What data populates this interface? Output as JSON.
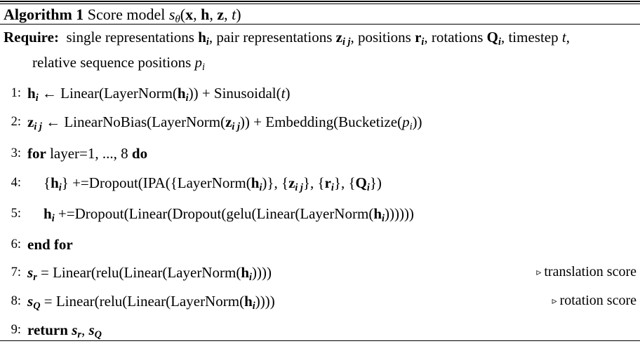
{
  "figure": {
    "kind": "algorithm-pseudocode-block",
    "rules": {
      "top_double": true,
      "mid_thin": true,
      "bottom_thin": true
    }
  },
  "title": {
    "label": "Algorithm 1",
    "text_plain": "Score model s_θ(x, h, z, t)",
    "words": {
      "score": "Score",
      "model": "model"
    },
    "func": "s",
    "func_sub": "θ",
    "args": [
      "x",
      "h",
      "z",
      "t"
    ]
  },
  "require": {
    "keyword": "Require:",
    "line1_plain": "single representations h_i, pair representations z_ij, positions r_i, rotations Q_i, timestep t,",
    "line2_plain": "relative sequence positions p_i",
    "segments": {
      "single_representations": "single representations",
      "pair_representations": "pair representations",
      "positions": "positions",
      "rotations": "rotations",
      "timestep": "timestep",
      "relative_sequence_positions": "relative sequence positions"
    }
  },
  "lines": [
    {
      "number": "1:",
      "indent": 0,
      "plain": "h_i ← Linear(LayerNorm(h_i)) + Sinusoidal(t)",
      "comment": ""
    },
    {
      "number": "2:",
      "indent": 0,
      "plain": "z_ij ← LinearNoBias(LayerNorm(z_ij)) + Embedding(Bucketize(p_i))",
      "comment": ""
    },
    {
      "number": "3:",
      "indent": 0,
      "plain": "for layer=1, ..., 8 do",
      "keywords": [
        "for",
        "do"
      ],
      "range_text": "layer=1, ..., 8",
      "comment": ""
    },
    {
      "number": "4:",
      "indent": 1,
      "plain": "{h_i} +=Dropout(IPA({LayerNorm(h_i)}, {z_ij}, {r_i}, {Q_i})",
      "comment": ""
    },
    {
      "number": "5:",
      "indent": 1,
      "plain": "h_i +=Dropout(Linear(Dropout(gelu(Linear(LayerNorm(h_i))))))",
      "comment": ""
    },
    {
      "number": "6:",
      "indent": 0,
      "plain": "end for",
      "keywords": [
        "end for"
      ],
      "comment": ""
    },
    {
      "number": "7:",
      "indent": 0,
      "plain": "s_r = Linear(relu(Linear(LayerNorm(h_i))))",
      "comment": "translation score",
      "comment_marker": "▹"
    },
    {
      "number": "8:",
      "indent": 0,
      "plain": "s_Q = Linear(relu(Linear(LayerNorm(h_i))))",
      "comment": "rotation score",
      "comment_marker": "▹"
    },
    {
      "number": "9:",
      "indent": 0,
      "plain": "return s_r, s_Q",
      "keywords": [
        "return"
      ],
      "comment": ""
    }
  ],
  "functions": {
    "linear": "Linear",
    "linear_no_bias": "LinearNoBias",
    "layer_norm": "LayerNorm",
    "sinusoidal": "Sinusoidal",
    "embedding": "Embedding",
    "bucketize": "Bucketize",
    "dropout": "Dropout",
    "ipa": "IPA",
    "gelu": "gelu",
    "relu": "relu"
  },
  "keywords": {
    "for": "for",
    "do": "do",
    "end_for": "end for",
    "return": "return"
  },
  "loop": {
    "range": "layer=1, ..., 8"
  },
  "comments": {
    "translation": "translation score",
    "rotation": "rotation score",
    "marker": "▹"
  },
  "colors": {
    "text": "#000000",
    "background": "#ffffff",
    "rule": "#000000"
  }
}
